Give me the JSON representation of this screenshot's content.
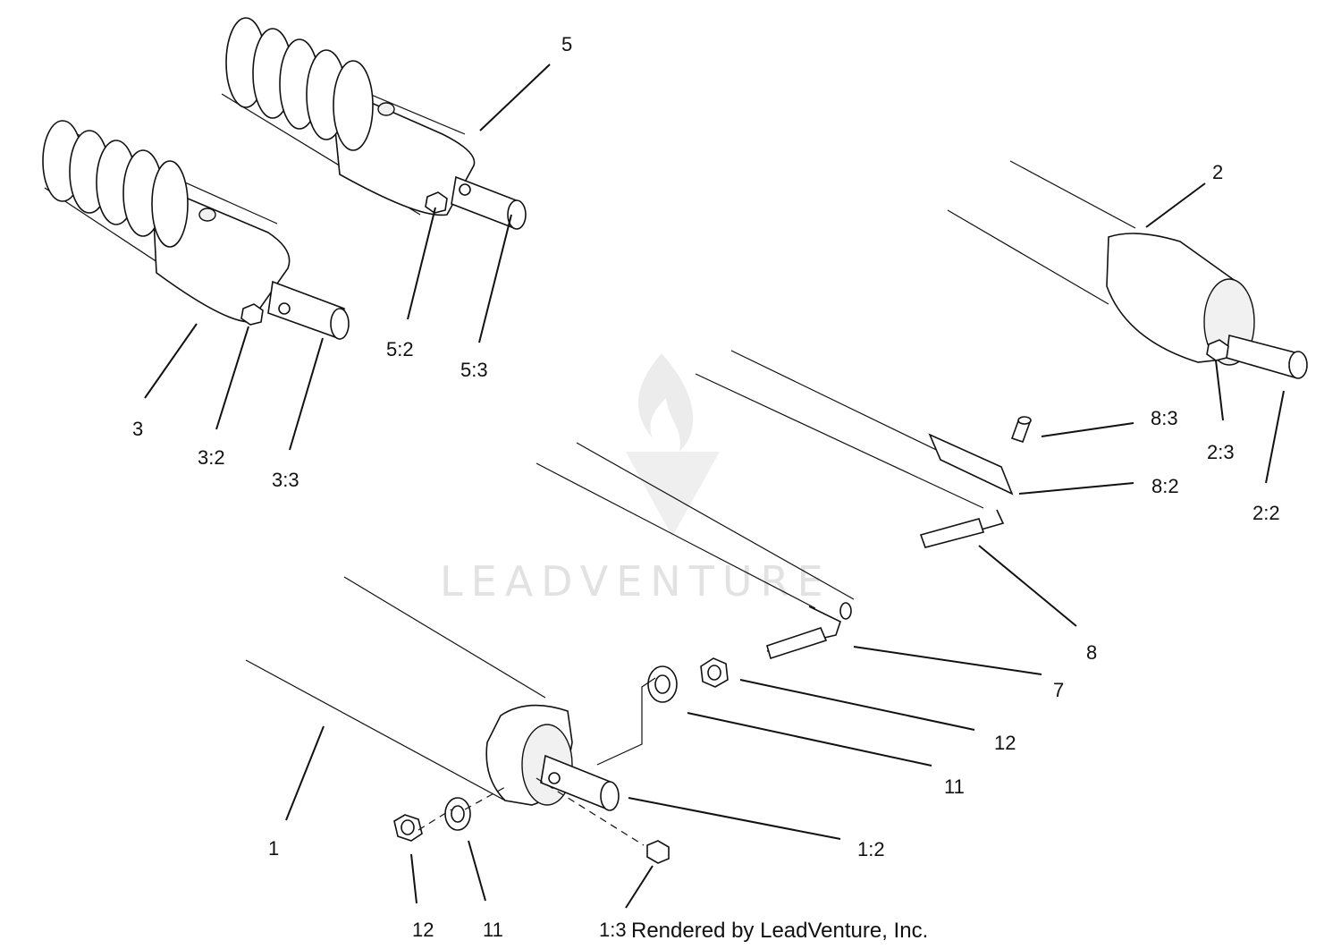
{
  "labels": {
    "p1": "1",
    "p1_2": "1:2",
    "p1_3": "1:3",
    "p2": "2",
    "p2_2": "2:2",
    "p2_3": "2:3",
    "p3": "3",
    "p3_2": "3:2",
    "p3_3": "3:3",
    "p5": "5",
    "p5_2": "5:2",
    "p5_3": "5:3",
    "p7": "7",
    "p8": "8",
    "p8_2": "8:2",
    "p8_3": "8:3",
    "p11a": "11",
    "p11b": "11",
    "p12a": "12",
    "p12b": "12"
  },
  "watermark": "LEADVENTURE",
  "credit": "Rendered by LeadVenture, Inc."
}
